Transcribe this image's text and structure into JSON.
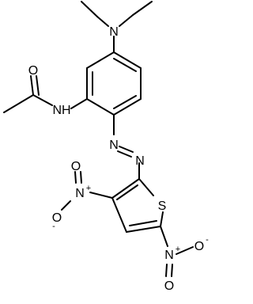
{
  "molecule": {
    "atoms": {
      "amine_n": "N",
      "amide_nh": "NH",
      "carbonyl_o": "O",
      "azo_n1": "N",
      "azo_n2": "N",
      "thiophene_s": "S",
      "nitro1_n": "N",
      "nitro1_o_top": "O",
      "nitro1_o_left": "O",
      "nitro1_charge_n": "+",
      "nitro1_charge_o": "-",
      "nitro2_n": "N",
      "nitro2_o_right": "O",
      "nitro2_o_bottom": "O",
      "nitro2_charge_n": "+",
      "nitro2_charge_o": "-"
    }
  }
}
